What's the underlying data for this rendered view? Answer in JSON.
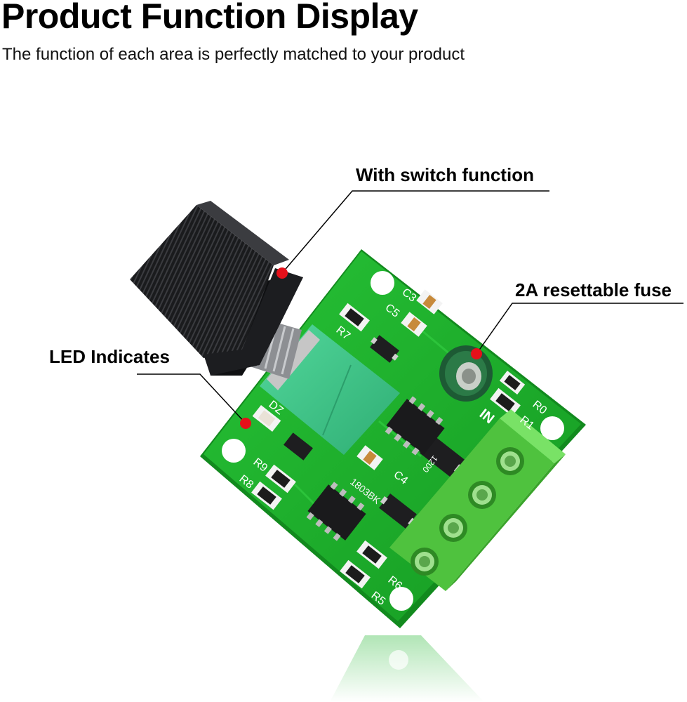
{
  "header": {
    "title": "Product Function Display",
    "subtitle": "The function of each area is perfectly matched to your product"
  },
  "callouts": {
    "switch": "With switch function",
    "fuse": "2A resettable fuse",
    "led": "LED Indicates"
  },
  "board": {
    "silkscreen": [
      "C3",
      "C5",
      "R7",
      "DZ",
      "R9",
      "R8",
      "C4",
      "R0",
      "R1",
      "IN",
      "R6",
      "R5",
      "1803BK",
      "1200"
    ]
  },
  "colors": {
    "board": "#1fb52d",
    "knob": "#1b1c1e",
    "potentiometer": "#3ec98a",
    "terminal": "#5cd24a",
    "marker": "#e5101a"
  }
}
